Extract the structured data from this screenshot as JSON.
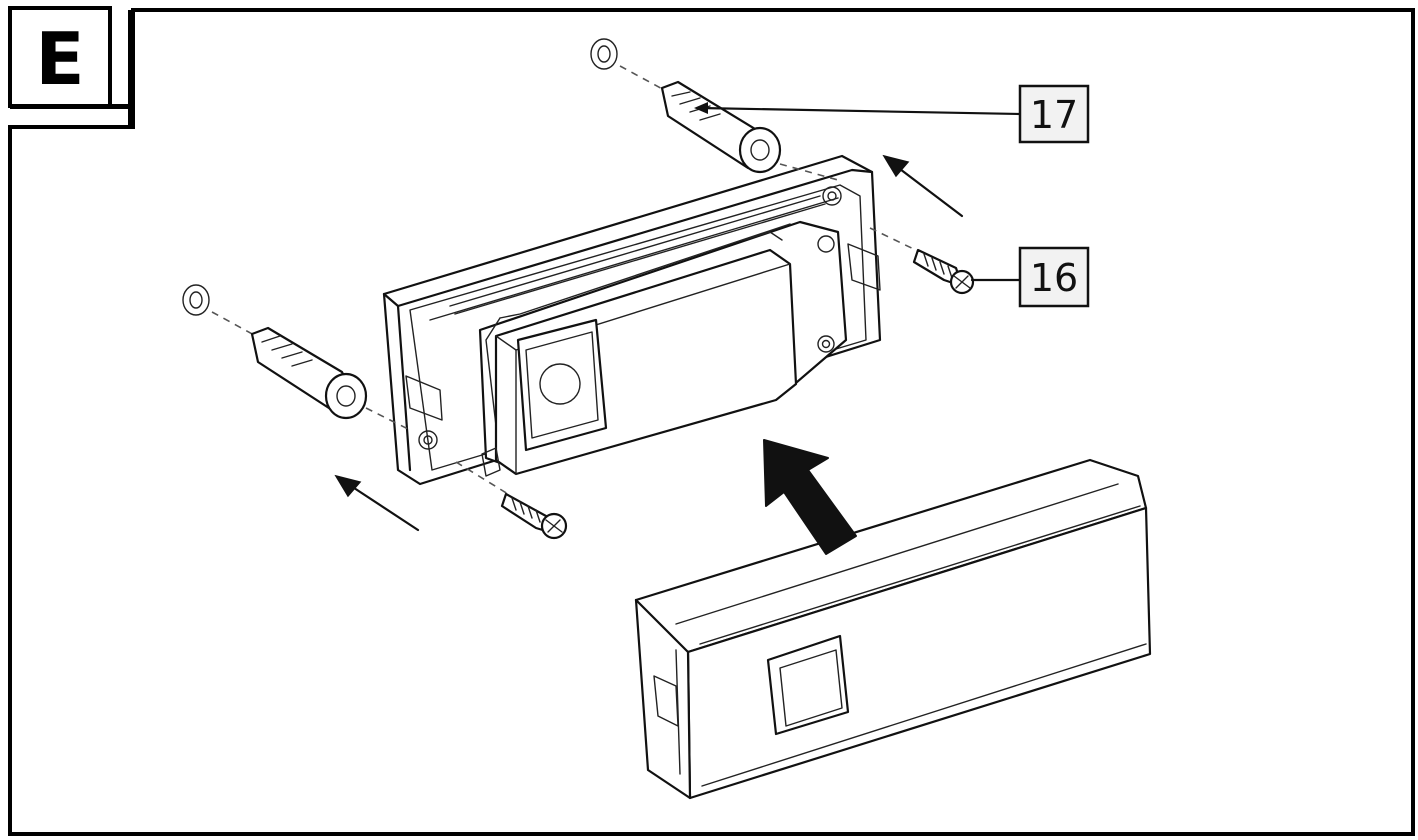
{
  "figure": {
    "step_letter": "E",
    "callouts": [
      {
        "id": "17",
        "label": "17"
      },
      {
        "id": "16",
        "label": "16"
      }
    ]
  }
}
